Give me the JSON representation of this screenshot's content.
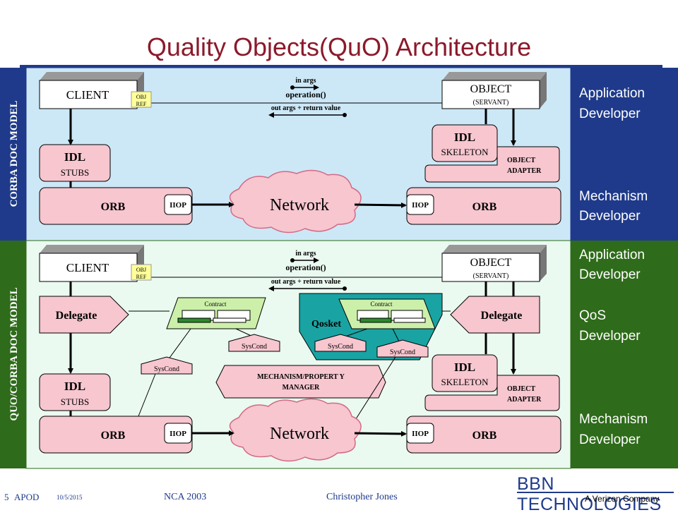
{
  "title": "Quality Objects(QuO) Architecture",
  "corba": {
    "side_label": "CORBA DOC MODEL",
    "client": "CLIENT",
    "obj_ref_1": "OBJ",
    "obj_ref_2": "REF",
    "in_args": "in args",
    "operation": "operation()",
    "out_args": "out args + return value",
    "object": "OBJECT",
    "servant": "(SERVANT)",
    "idl_skel": "IDL",
    "skeleton": "SKELETON",
    "adapter_1": "OBJECT",
    "adapter_2": "ADAPTER",
    "idl_stub": "IDL",
    "stubs": "STUBS",
    "orb_left": "ORB",
    "iiop_left": "IIOP",
    "network": "Network",
    "iiop_right": "IIOP",
    "orb_right": "ORB"
  },
  "quo": {
    "side_label": "QUO/CORBA DOC MODEL",
    "client": "CLIENT",
    "obj_ref_1": "OBJ",
    "obj_ref_2": "REF",
    "in_args": "in args",
    "operation": "operation()",
    "out_args": "out args + return value",
    "object": "OBJECT",
    "servant": "(SERVANT)",
    "delegate_left": "Delegate",
    "delegate_right": "Delegate",
    "contract_left": "Contract",
    "contract_right": "Contract",
    "qosket": "Qosket",
    "syscond_a": "SysCond",
    "syscond_b": "SysCond",
    "syscond_c": "SysCond",
    "syscond_d": "SysCond",
    "manager_1": "MECHANISM/PROPERT Y",
    "manager_2": "MANAGER",
    "idl_skel": "IDL",
    "skeleton": "SKELETON",
    "adapter_1": "OBJECT",
    "adapter_2": "ADAPTER",
    "idl_stub": "IDL",
    "stubs": "STUBS",
    "orb_left": "ORB",
    "iiop_left": "IIOP",
    "network": "Network",
    "iiop_right": "IIOP",
    "orb_right": "ORB"
  },
  "roles_top": {
    "app_1": "Application",
    "app_2": "Developer",
    "mech_1": "Mechanism",
    "mech_2": "Developer"
  },
  "roles_bottom": {
    "app_1": "Application",
    "app_2": "Developer",
    "qos_1": "QoS",
    "qos_2": "Developer",
    "mech_1": "Mechanism",
    "mech_2": "Developer"
  },
  "footer": {
    "slide_num": "5",
    "apod": "APOD",
    "date": "10/5/2015",
    "event": "NCA 2003",
    "author": "Christopher Jones"
  },
  "logo": {
    "main": "BBN TECHNOLOGIES",
    "sub": "A Verizon Company"
  },
  "colors": {
    "title": "#8b1a2b",
    "top_panel": "#cce8f7",
    "bottom_panel": "#eafaf0",
    "side_blue": "#1f3a8a",
    "side_green": "#2e6b1a",
    "box_pink": "#f7c6cf",
    "qosket_teal": "#1aa3a3",
    "contract_green": "#ccf0aa",
    "obj_ref_yellow": "#ffff99"
  }
}
